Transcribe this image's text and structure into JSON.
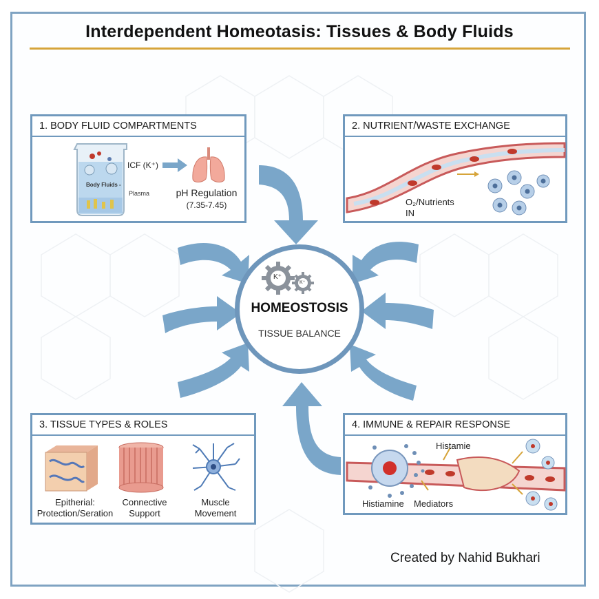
{
  "title": "Interdependent Homeotasis: Tissues & Body Fluids",
  "hub": {
    "title": "HOMEOSTOSIS",
    "subtitle": "TISSUE BALANCE",
    "gear_label_1": "K⁺",
    "gear_label_2": "K⁺"
  },
  "panel1": {
    "heading": "1. BODY FLUID COMPARTMENTS",
    "icf_label": "ICF (K⁺)",
    "plasma_label": "Plasma",
    "beaker_label": "Body Fluids - ",
    "ph_label": "pH Regulation",
    "ph_range": "(7.35-7.45)"
  },
  "panel2": {
    "heading": "2. NUTRIENT/WASTE EXCHANGE",
    "label_line1": "O₂/Nutrients",
    "label_line2": "IN"
  },
  "panel3": {
    "heading": "3. TISSUE TYPES & ROLES",
    "items": [
      {
        "line1": "Epitherial:",
        "line2": "Protection/Seration"
      },
      {
        "line1": "Connective",
        "line2": "Support"
      },
      {
        "line1": "Muscle",
        "line2": "Movement"
      }
    ]
  },
  "panel4": {
    "heading": "4. IMMUNE & REPAIR RESPONSE",
    "histamie": "Histamie",
    "histiamine": "Histiamine",
    "mediators": "Mediators"
  },
  "credit": "Created by Nahid Bukhari",
  "colors": {
    "frame": "#7fa3c2",
    "accent": "#d6a43a",
    "arrow": "#7aa6c9",
    "vessel": "#c85a5a"
  }
}
